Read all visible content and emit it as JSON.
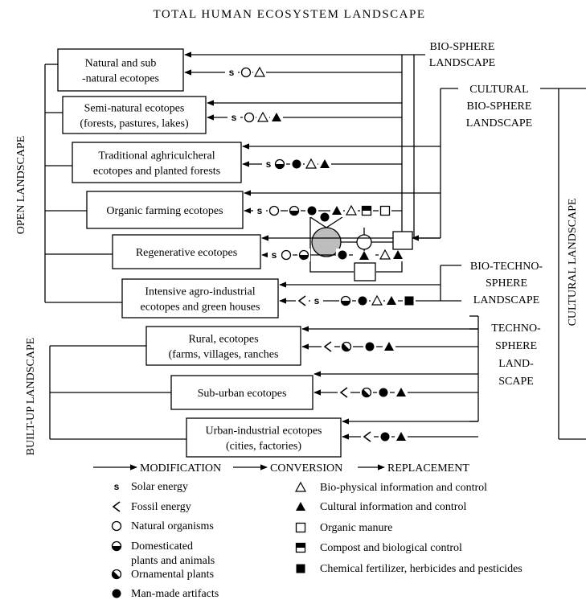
{
  "title": "TOTAL HUMAN ECOSYSTEM LANDSCAPE",
  "ecotopes": [
    {
      "lines": [
        "Natural and sub",
        "-natural ecotopes"
      ]
    },
    {
      "lines": [
        "Semi-natural ecotopes",
        "(forests, pastures, lakes)"
      ]
    },
    {
      "lines": [
        "Traditional aghriculcheral",
        "ecotopes and planted forests"
      ]
    },
    {
      "lines": [
        "Organic farming ecotopes"
      ]
    },
    {
      "lines": [
        "Regenerative ecotopes"
      ]
    },
    {
      "lines": [
        "Intensive agro-industrial",
        "ecotopes and green houses"
      ]
    },
    {
      "lines": [
        "Rural, ecotopes",
        "(farms, villages, ranches"
      ]
    },
    {
      "lines": [
        "Sub-urban ecotopes"
      ]
    },
    {
      "lines": [
        "Urban-industrial ecotopes",
        "(cities, factories)"
      ]
    }
  ],
  "landscapes": {
    "bio_sphere": [
      "BIO-SPHERE",
      "LANDSCAPE"
    ],
    "cultural_bio_sphere": [
      "CULTURAL",
      "BIO-SPHERE",
      "LANDSCAPE"
    ],
    "bio_techno_sphere": [
      "BIO-TECHNO-",
      "SPHERE",
      "LANDSCAPE"
    ],
    "techno_sphere": [
      "TECHNO-",
      "SPHERE",
      "LAND-",
      "SCAPE"
    ],
    "open": "OPEN LANDSCAPE",
    "built_up": "BUILT-UP LANDSCAPE",
    "cultural": "CULTURAL LANDSCAPE"
  },
  "flow": {
    "modification": "MODIFICATION",
    "conversion": "CONVERSION",
    "replacement": "REPLACEMENT"
  },
  "legend": {
    "left": [
      {
        "symbol": "solar",
        "lines": [
          "Solar energy"
        ]
      },
      {
        "symbol": "fossil",
        "lines": [
          "Fossil energy"
        ]
      },
      {
        "symbol": "natural",
        "lines": [
          "Natural organisms"
        ]
      },
      {
        "symbol": "domesticated",
        "lines": [
          "Domesticated",
          "plants and animals"
        ]
      },
      {
        "symbol": "ornamental",
        "lines": [
          "Ornamental plants"
        ]
      },
      {
        "symbol": "artifact",
        "lines": [
          "Man-made artifacts"
        ]
      }
    ],
    "right": [
      {
        "symbol": "bio-info",
        "lines": [
          "Bio-physical information and control"
        ]
      },
      {
        "symbol": "cultural-info",
        "lines": [
          "Cultural information and control"
        ]
      },
      {
        "symbol": "manure",
        "lines": [
          "Organic manure"
        ]
      },
      {
        "symbol": "compost",
        "lines": [
          "Compost and biological control"
        ]
      },
      {
        "symbol": "chemical",
        "lines": [
          "Chemical fertilizer, herbicides and pesticides"
        ]
      }
    ]
  }
}
